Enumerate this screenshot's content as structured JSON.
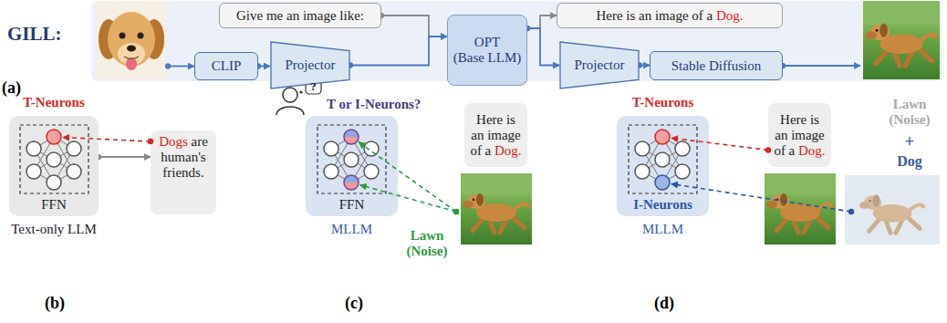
{
  "diagram": {
    "nodes": [
      {
        "text": [
          "Give me an image like:"
        ]
      },
      {
        "text": [
          "CLIP"
        ]
      },
      {
        "text": [
          "Projector"
        ]
      },
      {
        "text": [
          "OPT",
          "(Base LLM)"
        ]
      },
      {
        "text": [
          "Here is an image of a Dog."
        ]
      },
      {
        "text": [
          "Projector"
        ]
      },
      {
        "text": [
          "Stable Diffusion"
        ]
      },
      {
        "text": [
          "FFN"
        ]
      },
      {
        "text": [
          "Dogs are human's friends."
        ]
      },
      {
        "text": [
          "FFN"
        ]
      },
      {
        "text": [
          "Here is an image of a Dog."
        ]
      },
      {
        "text": [
          "I-Neurons"
        ]
      },
      {
        "text": [
          "Here is an image of a Dog."
        ]
      }
    ],
    "edges": [
      {
        "from": 1,
        "to": 2,
        "arrow": "to"
      },
      {
        "from": 0,
        "to": 3,
        "arrow": "to"
      },
      {
        "from": 2,
        "to": 3,
        "arrow": "to"
      },
      {
        "from": 3,
        "to": 4,
        "arrow": "to"
      },
      {
        "from": 3,
        "to": 5,
        "arrow": "to"
      },
      {
        "from": 5,
        "to": 6,
        "arrow": "to"
      },
      {
        "from": 7,
        "to": 8,
        "arrow": "to"
      }
    ],
    "labels": [
      "GILL:",
      "(a)",
      "T-Neurons",
      "Text-only LLM",
      "(b)",
      "?",
      "T or I-Neurons?",
      "Lawn (Noise)",
      "MLLM",
      "(c)",
      "T-Neurons",
      "MLLM",
      "Lawn (Noise)",
      "+",
      "Dog",
      "(d)"
    ]
  }
}
